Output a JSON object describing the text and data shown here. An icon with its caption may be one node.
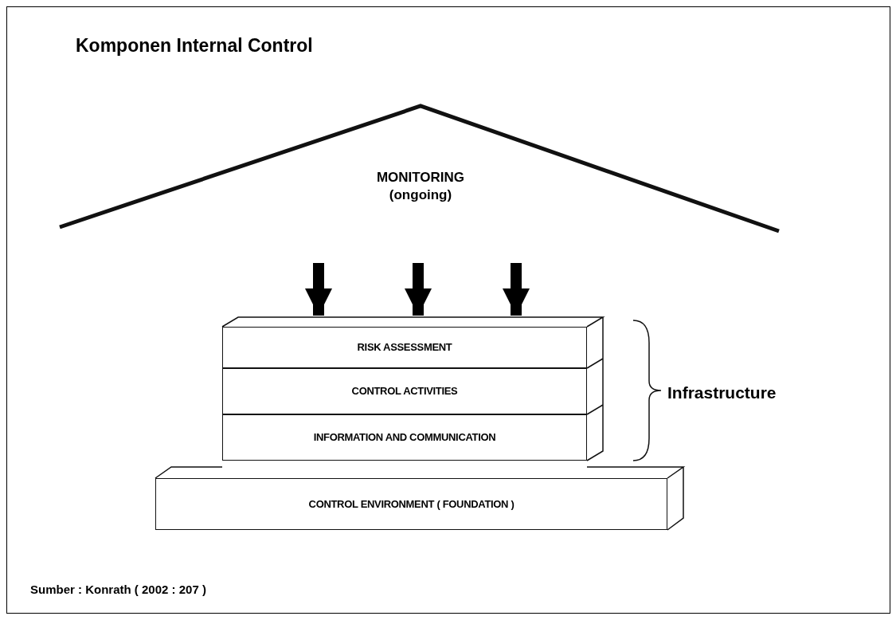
{
  "diagram": {
    "title": "Komponen Internal Control",
    "caption": "Sumber : Konrath ( 2002 : 207 )",
    "nodes": [
      {
        "text": [
          "MONITORING",
          "(ongoing)"
        ]
      },
      {
        "text": [
          "RISK ASSESSMENT"
        ]
      },
      {
        "text": [
          "CONTROL ACTIVITIES"
        ]
      },
      {
        "text": [
          "INFORMATION AND COMMUNICATION"
        ]
      },
      {
        "text": [
          "CONTROL ENVIRONMENT ( FOUNDATION )"
        ]
      }
    ],
    "edges": [
      {
        "from": null,
        "to": 1,
        "arrow": "to"
      },
      {
        "from": null,
        "to": 1,
        "arrow": "to"
      },
      {
        "from": null,
        "to": 1,
        "arrow": "to"
      }
    ],
    "labels": [
      "Infrastructure"
    ]
  }
}
